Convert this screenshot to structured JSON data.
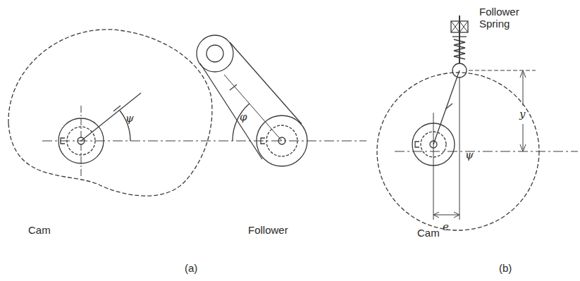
{
  "diagram": {
    "labels": [
      "Cam",
      "ψ",
      "Follower",
      "φ",
      "(a)",
      "Follower Spring",
      "y",
      "ψ",
      "Cam",
      "e",
      "(b)"
    ]
  }
}
